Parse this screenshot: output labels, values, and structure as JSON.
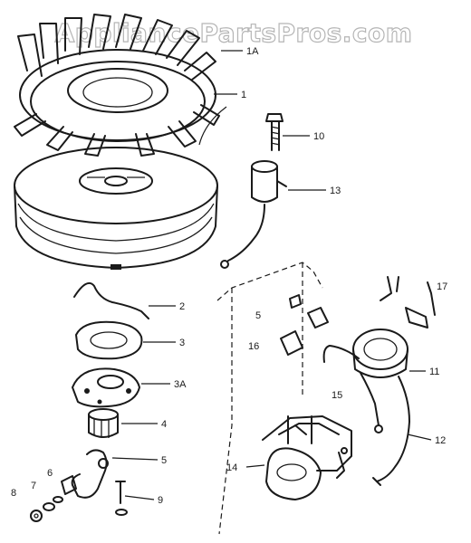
{
  "watermark": "AppliancePartsPros.com",
  "callouts": {
    "p1": "1",
    "p1a": "1A",
    "p2": "2",
    "p3": "3",
    "p3a": "3A",
    "p4": "4",
    "p5": "5",
    "p6": "6",
    "p7": "7",
    "p8": "8",
    "p9": "9",
    "p10": "10",
    "p11": "11",
    "p12": "12",
    "p13": "13",
    "p14": "14",
    "p15": "15",
    "p16": "16",
    "p5b": "5",
    "p17": "17"
  }
}
